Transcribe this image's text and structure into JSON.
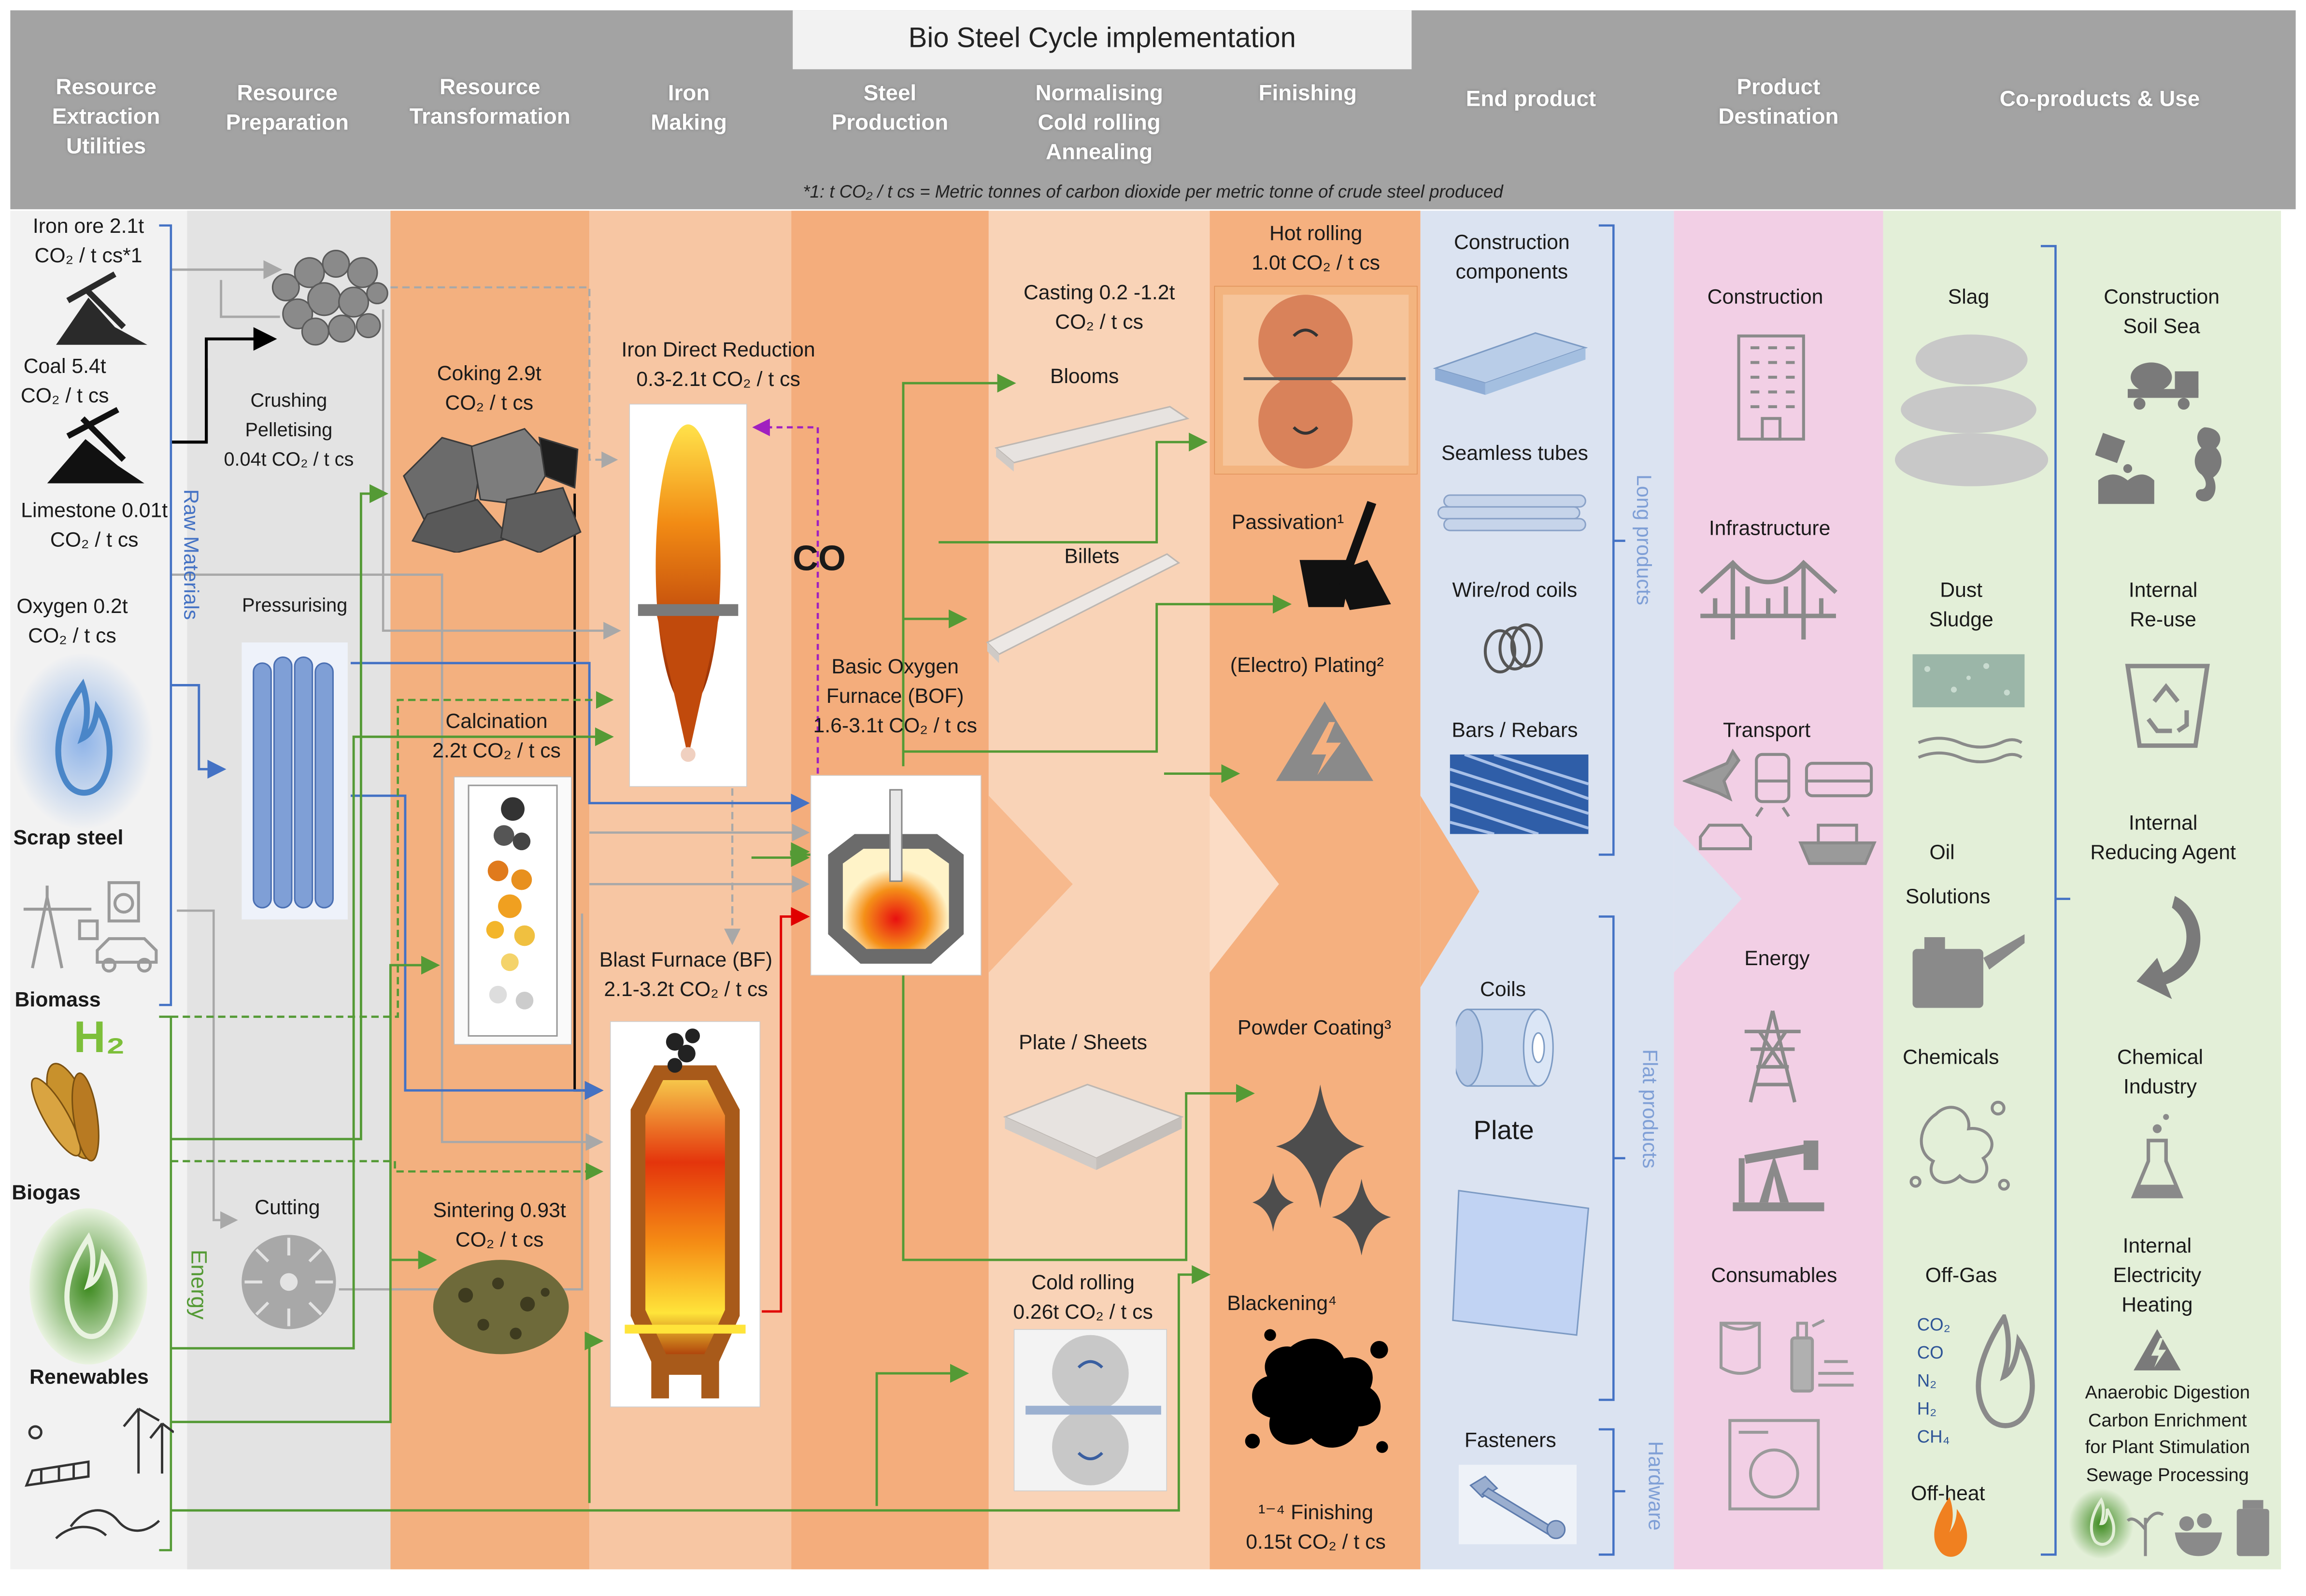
{
  "title": "Bio Steel Cycle implementation",
  "footnote": "*1: t CO₂ / t cs = Metric tonnes of carbon dioxide per metric tonne of crude steel produced",
  "columns": [
    "Resource\nExtraction\nUtilities",
    "Resource\nPreparation",
    "Resource\nTransformation",
    "Iron\nMaking",
    "Steel\nProduction",
    "Normalising\nCold rolling\nAnnealing",
    "Finishing",
    "End product",
    "Product\nDestination",
    "Co-products &  Use"
  ],
  "colors": {
    "header": "#a3a3a3",
    "col_extraction": "#f2f2f2",
    "col_preparation": "#e3e3e3",
    "col_transformation": "#f3b07f",
    "col_ironmaking": "#f7c6a3",
    "col_steel": "#f4ad7c",
    "col_normalising": "#f9d3b7",
    "col_finishing": "#f5b07f",
    "col_endproduct": "#dbe3f1",
    "col_destination": "#f2cfe5",
    "col_coproducts": "#e3efd8",
    "arrow_green": "#549a35",
    "arrow_blue": "#4472c4",
    "arrow_gray": "#a8a8a8",
    "arrow_black": "#000000",
    "arrow_red": "#e00000",
    "arrow_purple": "#a020c0"
  },
  "extraction": {
    "iron_ore": "Iron ore 2.1t\nCO₂ / t cs*1",
    "coal": "Coal 5.4t\nCO₂ / t cs",
    "limestone": "Limestone 0.01t\nCO₂ / t cs",
    "oxygen": "Oxygen 0.2t\nCO₂ / t cs",
    "scrap": "Scrap steel",
    "biomass": "Biomass",
    "h2": "H₂",
    "biogas": "Biogas",
    "renewables": "Renewables",
    "raw_materials": "Raw Materials",
    "energy": "Energy"
  },
  "preparation": {
    "crushing": "Crushing\nPelletising\n0.04t CO₂ / t cs",
    "pressurising": "Pressurising",
    "cutting": "Cutting"
  },
  "transformation": {
    "coking": "Coking 2.9t\nCO₂ / t cs",
    "calcination": "Calcination\n2.2t CO₂ / t cs",
    "sintering": "Sintering 0.93t\nCO₂ / t cs"
  },
  "ironmaking": {
    "direct_reduction": "Iron Direct Reduction\n0.3-2.1t CO₂ / t cs",
    "co": "CO",
    "blast_furnace": "Blast Furnace (BF)\n2.1-3.2t CO₂ / t cs"
  },
  "steel": {
    "bof": "Basic Oxygen\nFurnace (BOF)\n1.6-3.1t CO₂ / t cs"
  },
  "normalising": {
    "casting": "Casting 0.2 -1.2t\nCO₂ / t cs",
    "blooms": "Blooms",
    "billets": "Billets",
    "plate_sheets": "Plate / Sheets",
    "cold_rolling": "Cold rolling\n0.26t  CO₂ / t cs"
  },
  "finishing": {
    "hot_rolling": "Hot rolling\n1.0t CO₂ / t cs",
    "passivation": "Passivation¹",
    "plating": "(Electro) Plating²",
    "powder": "Powder Coating³",
    "blackening": "Blackening⁴",
    "finishing_total": "¹⁻⁴ Finishing\n0.15t CO₂ / t cs"
  },
  "end_product": {
    "construction_components": "Construction\ncomponents",
    "seamless_tubes": "Seamless tubes",
    "wire_rod": "Wire/rod coils",
    "bars": "Bars / Rebars",
    "long_products": "Long products",
    "coils": "Coils",
    "plate": "Plate",
    "flat_products": "Flat products",
    "fasteners": "Fasteners",
    "hardware": "Hardware"
  },
  "destination": {
    "construction": "Construction",
    "infrastructure": "Infrastructure",
    "transport": "Transport",
    "energy": "Energy",
    "consumables": "Consumables"
  },
  "coproducts": {
    "slag": "Slag",
    "dust": "Dust\nSludge",
    "oil": "Oil",
    "solutions": "Solutions",
    "chemicals": "Chemicals",
    "offgas": "Off-Gas",
    "gases": "CO₂\nCO\nN₂\nH₂\nCH₄",
    "offheat": "Off-heat"
  },
  "uses": {
    "construction": "Construction\nSoil   Sea",
    "reuse": "Internal\nRe-use",
    "reducing": "Internal\nReducing Agent",
    "chemical": "Chemical\nIndustry",
    "electricity": "Internal\nElectricity\nHeating",
    "anaerobic": "Anaerobic Digestion\nCarbon Enrichment\nfor Plant Stimulation\nSewage Processing"
  }
}
